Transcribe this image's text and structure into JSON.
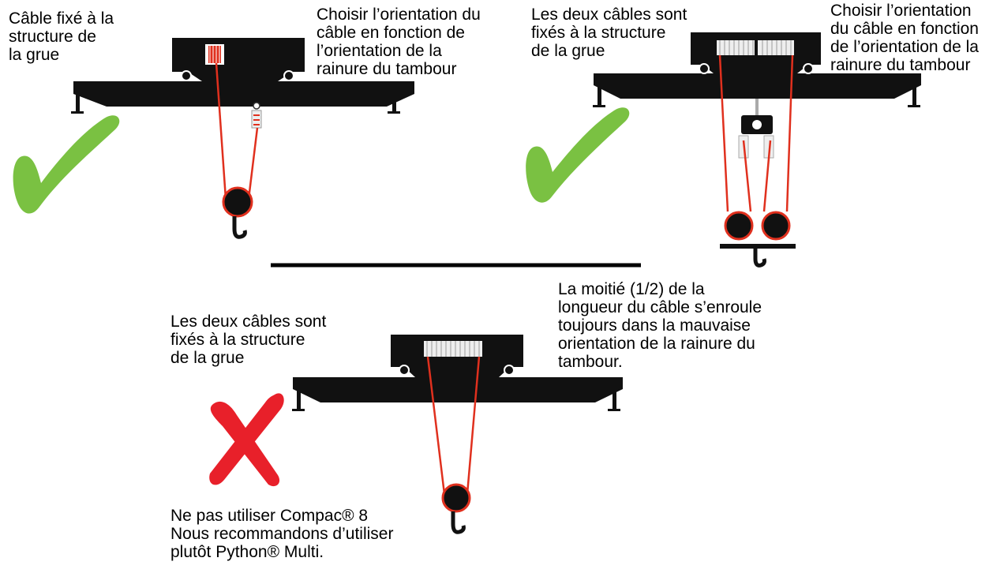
{
  "panels": {
    "single_fixed": {
      "side_note": [
        "Câble fixé à la",
        "structure de",
        "la grue"
      ],
      "orientation_note": [
        "Choisir l’orientation du",
        "câble en fonction de",
        "l’orientation de la",
        "rainure du tambour"
      ],
      "verdict_icon": "check-icon",
      "verdict_color": "#7ac142"
    },
    "double_fixed_ok": {
      "side_note": [
        "Les deux câbles sont",
        "fixés à la structure",
        "de la grue"
      ],
      "orientation_note": [
        "Choisir l’orientation",
        "du câble en fonction",
        "de l’orientation de la",
        "rainure du tambour"
      ],
      "verdict_icon": "check-icon",
      "verdict_color": "#7ac142"
    },
    "double_fixed_bad": {
      "side_note": [
        "Les deux câbles sont",
        "fixés à la structure",
        "de la grue"
      ],
      "warning_note": [
        "La moitié (1/2) de la",
        "longueur du câble s’enroule",
        "toujours dans la mauvaise",
        "orientation de la rainure du",
        "tambour."
      ],
      "recommendation": [
        "Ne pas utiliser Compac® 8",
        "Nous recommandons d’utiliser",
        "plutôt Python® Multi."
      ],
      "verdict_icon": "cross-icon",
      "verdict_color": "#e8202a"
    }
  },
  "colors": {
    "structure": "#111111",
    "rope": "#e0301e",
    "divider": "#000000"
  }
}
